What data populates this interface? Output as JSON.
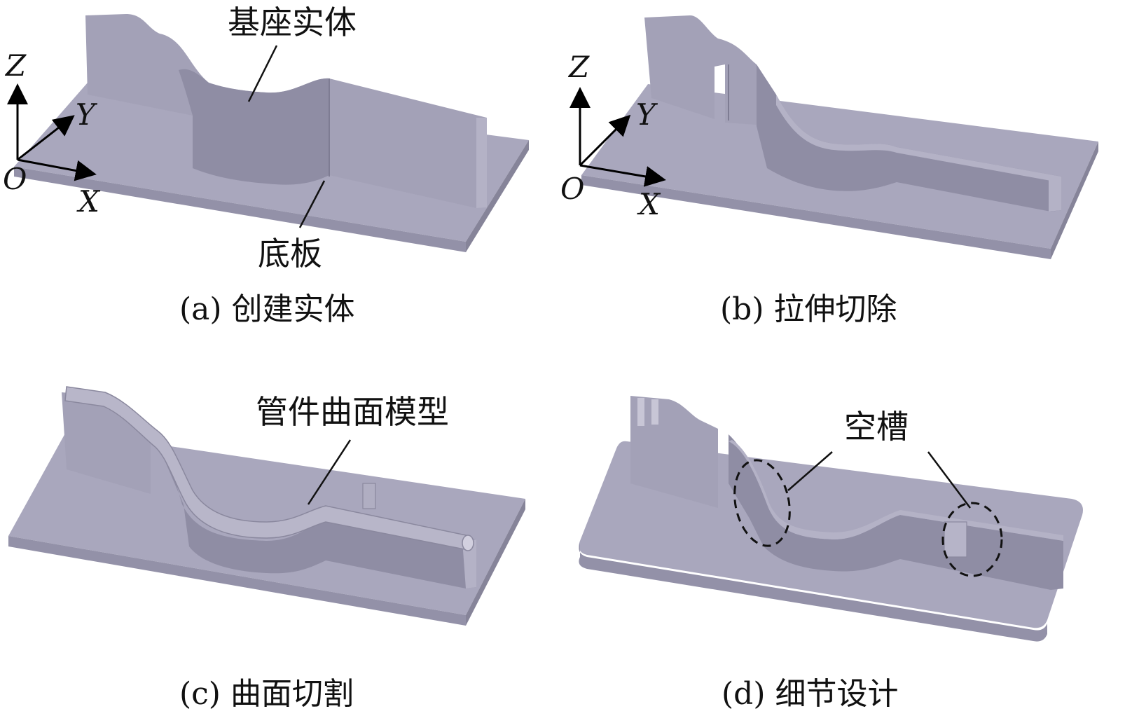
{
  "panels": {
    "a": {
      "caption": "(a) 创建实体",
      "labels": {
        "base_solid": "基座实体",
        "bottom_plate": "底板"
      }
    },
    "b": {
      "caption": "(b) 拉伸切除"
    },
    "c": {
      "caption": "(c) 曲面切割",
      "labels": {
        "pipe_surface_model": "管件曲面模型"
      }
    },
    "d": {
      "caption": "(d) 细节设计",
      "labels": {
        "empty_slot": "空槽"
      }
    }
  },
  "axes": {
    "z": "Z",
    "y": "Y",
    "x": "X",
    "origin": "O"
  },
  "colors": {
    "solid": "#a9a7bd",
    "solid_shadow": "#8f8da4",
    "pipe": "#b8b6c9"
  }
}
